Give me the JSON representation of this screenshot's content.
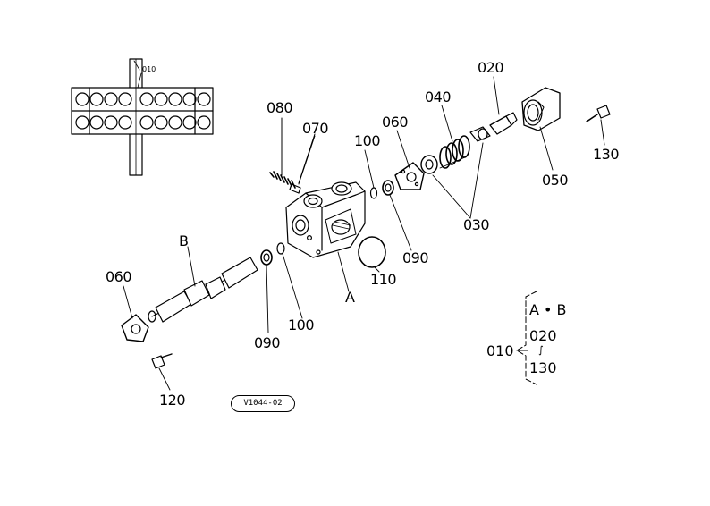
{
  "callouts": {
    "c010_top": "010",
    "c020": "020",
    "c040": "040",
    "c060_top": "060",
    "c080": "080",
    "c070": "070",
    "c100_top": "100",
    "c130": "130",
    "c050": "050",
    "c030": "030",
    "c090_top": "090",
    "c110": "110",
    "cA": "A",
    "cB": "B",
    "c060_left": "060",
    "c090_bottom": "090",
    "c100_bottom": "100",
    "c120": "120"
  },
  "drawing_code": "V1044-02",
  "legend": {
    "assembly_no": "010",
    "set_label": "A • B",
    "range_from": "020",
    "range_mark": "∫",
    "range_to": "130"
  }
}
